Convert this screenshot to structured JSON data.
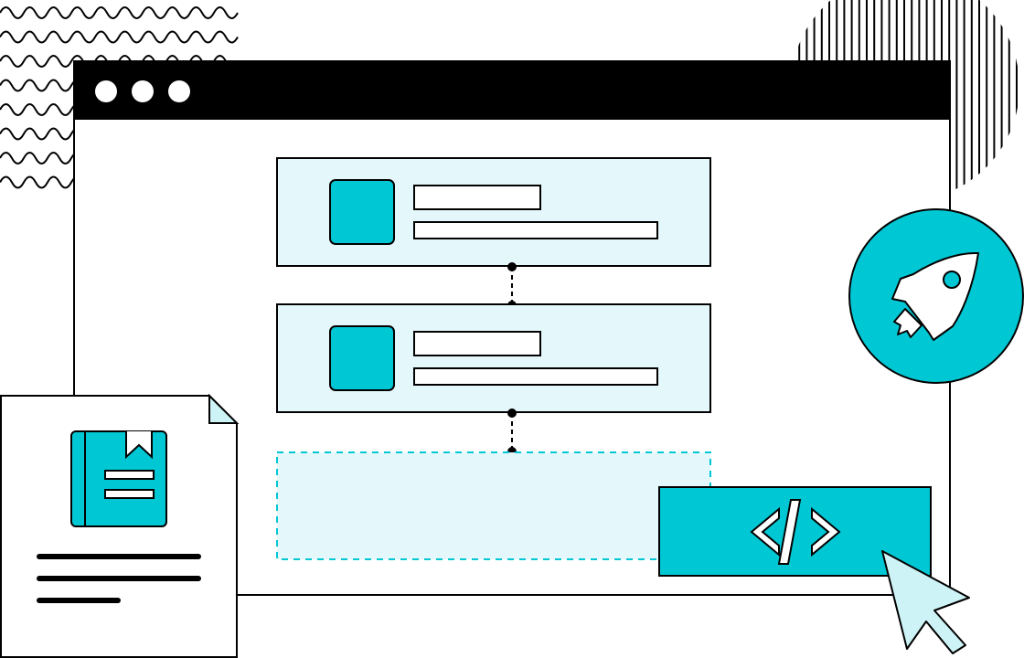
{
  "colors": {
    "ink": "#000000",
    "paper": "#ffffff",
    "accent": "#00c7d4",
    "accent_light": "#e4f7fa",
    "cursor_fill": "#cdf3f6"
  },
  "icons": {
    "window_controls": [
      "window-dot-icon",
      "window-dot-icon",
      "window-dot-icon"
    ],
    "rocket": "rocket-icon",
    "code": "code-icon",
    "cursor": "cursor-arrow-icon",
    "document": "document-icon",
    "book": "bookmark-book-icon"
  },
  "blocks": [
    {
      "kind": "card",
      "state": "filled"
    },
    {
      "kind": "card",
      "state": "filled"
    },
    {
      "kind": "placeholder",
      "state": "dashed-empty"
    }
  ],
  "document_text_lines": 3
}
